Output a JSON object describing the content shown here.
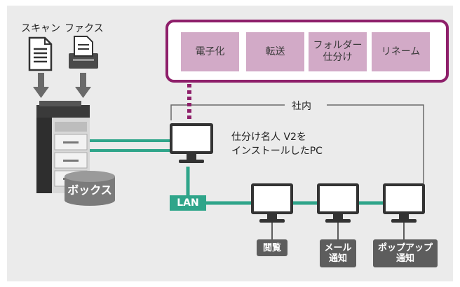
{
  "inputs": {
    "scan": "スキャン",
    "fax": "ファクス"
  },
  "functions": [
    {
      "label": "電子化"
    },
    {
      "label": "転送"
    },
    {
      "label": "フォルダー\n仕分け"
    },
    {
      "label": "リネーム"
    }
  ],
  "network": {
    "intranet": "社内",
    "lan": "LAN"
  },
  "storage": {
    "box": "ボックス"
  },
  "pc": {
    "label": "仕分け名人 V2を\nインストールしたPC"
  },
  "clients": [
    {
      "label": "閲覧"
    },
    {
      "label": "メール\n通知"
    },
    {
      "label": "ポップアップ\n通知"
    }
  ],
  "colors": {
    "purple": "#8e1f6a",
    "purple_light": "#d2aac7",
    "green": "#2fa58a",
    "tag_gray": "#5d5d5d",
    "background": "#ebebeb"
  }
}
